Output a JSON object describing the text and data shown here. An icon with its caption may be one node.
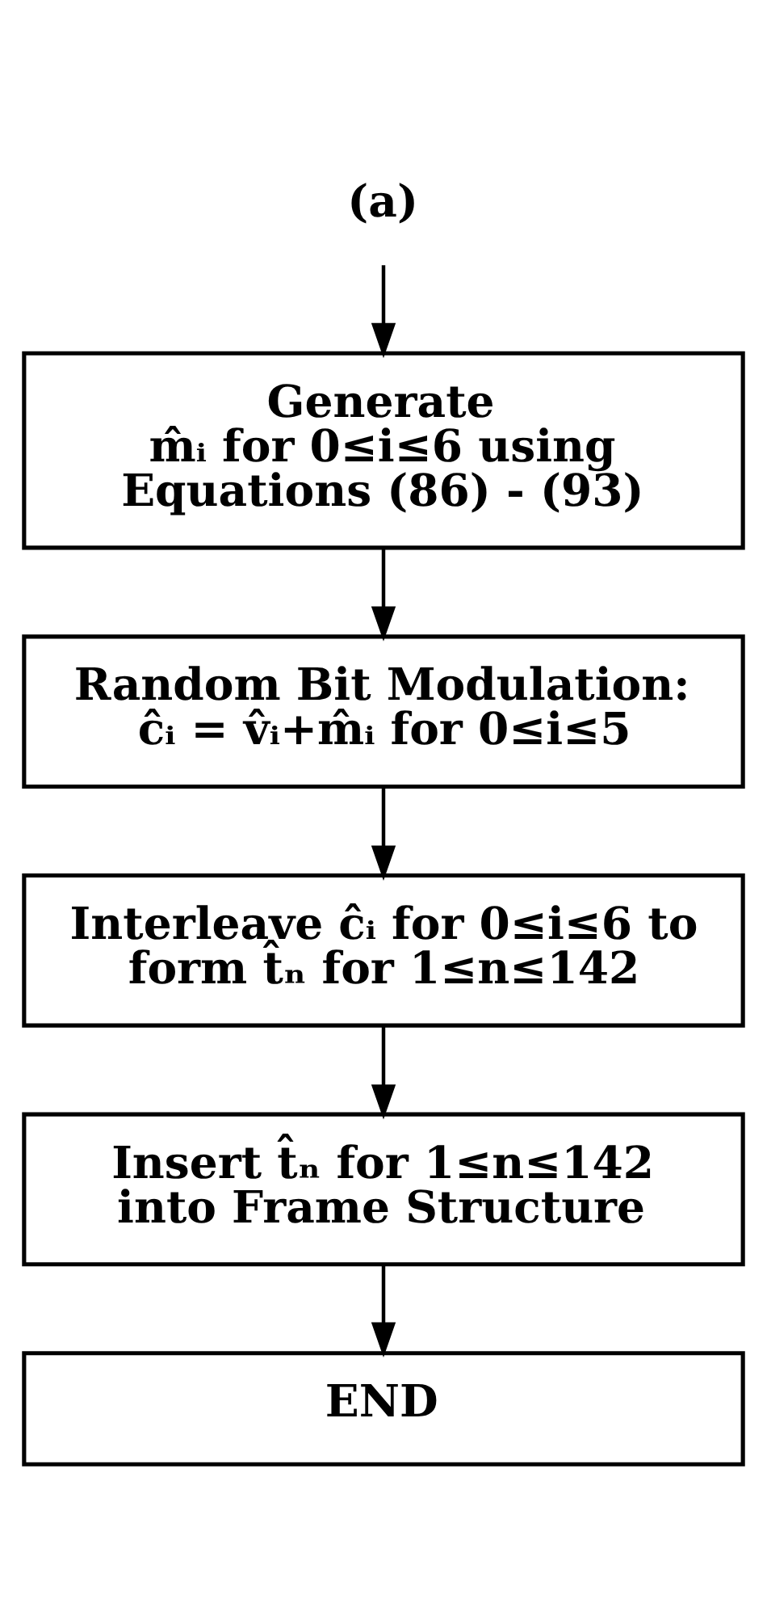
{
  "diagram": {
    "nodes": [
      {
        "text": [
          "(a)"
        ]
      },
      {
        "text": [
          "Generate",
          "m̂ᵢ for 0≤i≤6 using Equations (86) - (93)"
        ]
      },
      {
        "text": [
          "Random Bit Modulation:",
          "ĉᵢ = v̂ᵢ+m̂ᵢ for 0≤i≤5"
        ]
      },
      {
        "text": [
          "Interleave ĉᵢ for 0≤i≤6 to form t̂ₙ for 1≤n≤142"
        ]
      },
      {
        "text": [
          "Insert t̂ₙ for 1≤n≤142 into Frame Structure"
        ]
      },
      {
        "text": [
          "END"
        ]
      }
    ],
    "edges": [
      {
        "from": 0,
        "to": 1,
        "arrow": "to"
      },
      {
        "from": 1,
        "to": 2,
        "arrow": "to"
      },
      {
        "from": 2,
        "to": 3,
        "arrow": "to"
      },
      {
        "from": 3,
        "to": 4,
        "arrow": "to"
      },
      {
        "from": 4,
        "to": 5,
        "arrow": "to"
      }
    ]
  }
}
